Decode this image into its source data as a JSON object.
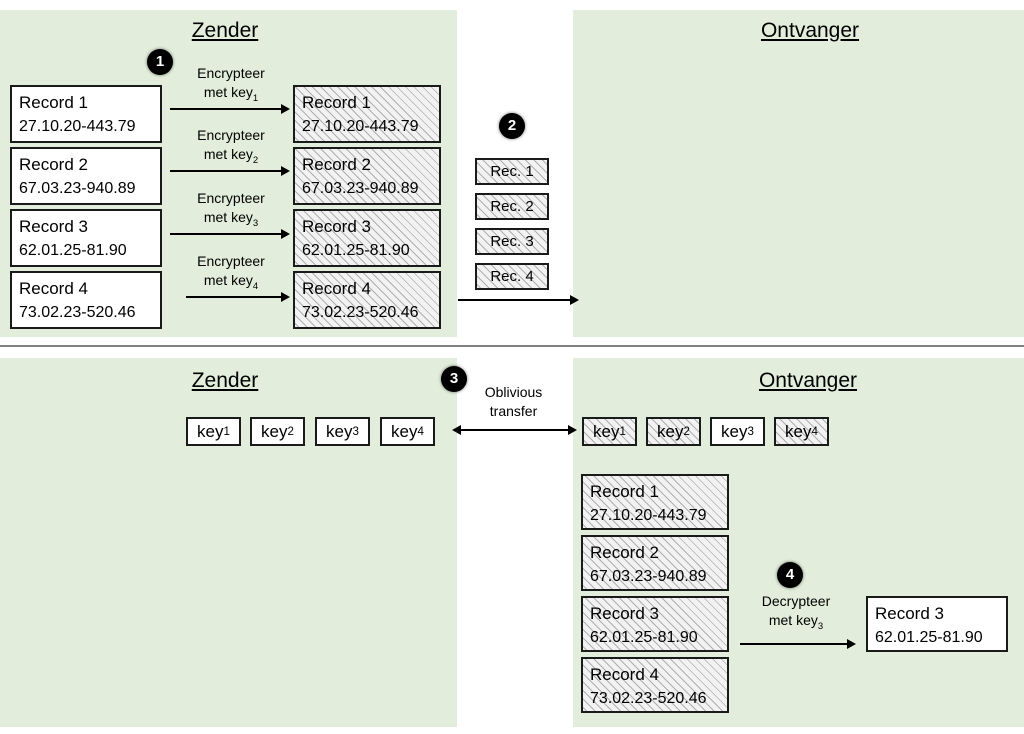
{
  "diagram": {
    "panels": {
      "top_left_title": "Zender",
      "top_right_title": "Ontvanger",
      "bottom_left_title": "Zender",
      "bottom_right_title": "Ontvanger"
    },
    "steps": [
      {
        "number": "1"
      },
      {
        "number": "2"
      },
      {
        "number": "3"
      },
      {
        "number": "4"
      }
    ],
    "plain_records": [
      {
        "title": "Record 1",
        "value": "27.10.20-443.79"
      },
      {
        "title": "Record 2",
        "value": "67.03.23-940.89"
      },
      {
        "title": "Record 3",
        "value": "62.01.25-81.90"
      },
      {
        "title": "Record 4",
        "value": "73.02.23-520.46"
      }
    ],
    "encrypted_records": [
      {
        "title": "Record 1",
        "value": "27.10.20-443.79"
      },
      {
        "title": "Record 2",
        "value": "67.03.23-940.89"
      },
      {
        "title": "Record 3",
        "value": "62.01.25-81.90"
      },
      {
        "title": "Record 4",
        "value": "73.02.23-520.46"
      }
    ],
    "encrypt_labels": [
      {
        "line1": "Encrypteer",
        "line2": "met key",
        "sub": "1"
      },
      {
        "line1": "Encrypteer",
        "line2": "met key",
        "sub": "2"
      },
      {
        "line1": "Encrypteer",
        "line2": "met key",
        "sub": "3"
      },
      {
        "line1": "Encrypteer",
        "line2": "met key",
        "sub": "4"
      }
    ],
    "transmitted_records": [
      {
        "label": "Rec. 1"
      },
      {
        "label": "Rec. 2"
      },
      {
        "label": "Rec. 3"
      },
      {
        "label": "Rec. 4"
      }
    ],
    "sender_keys": [
      {
        "label": "key",
        "sub": "1",
        "encrypted": false
      },
      {
        "label": "key",
        "sub": "2",
        "encrypted": false
      },
      {
        "label": "key",
        "sub": "3",
        "encrypted": false
      },
      {
        "label": "key",
        "sub": "4",
        "encrypted": false
      }
    ],
    "receiver_keys": [
      {
        "label": "key",
        "sub": "1",
        "encrypted": true
      },
      {
        "label": "key",
        "sub": "2",
        "encrypted": true
      },
      {
        "label": "key",
        "sub": "3",
        "encrypted": false
      },
      {
        "label": "key",
        "sub": "4",
        "encrypted": true
      }
    ],
    "oblivious_transfer": {
      "line1": "Oblivious",
      "line2": "transfer"
    },
    "receiver_records": [
      {
        "title": "Record 1",
        "value": "27.10.20-443.79"
      },
      {
        "title": "Record 2",
        "value": "67.03.23-940.89"
      },
      {
        "title": "Record 3",
        "value": "62.01.25-81.90"
      },
      {
        "title": "Record 4",
        "value": "73.02.23-520.46"
      }
    ],
    "decrypt_label": {
      "line1": "Decrypteer",
      "line2": "met key",
      "sub": "3"
    },
    "decrypted_record": {
      "title": "Record 3",
      "value": "62.01.25-81.90"
    },
    "colors": {
      "panel_background": "#e2eedb",
      "box_border": "#1a1a1a",
      "badge_background": "#000000",
      "divider": "#808080"
    }
  }
}
